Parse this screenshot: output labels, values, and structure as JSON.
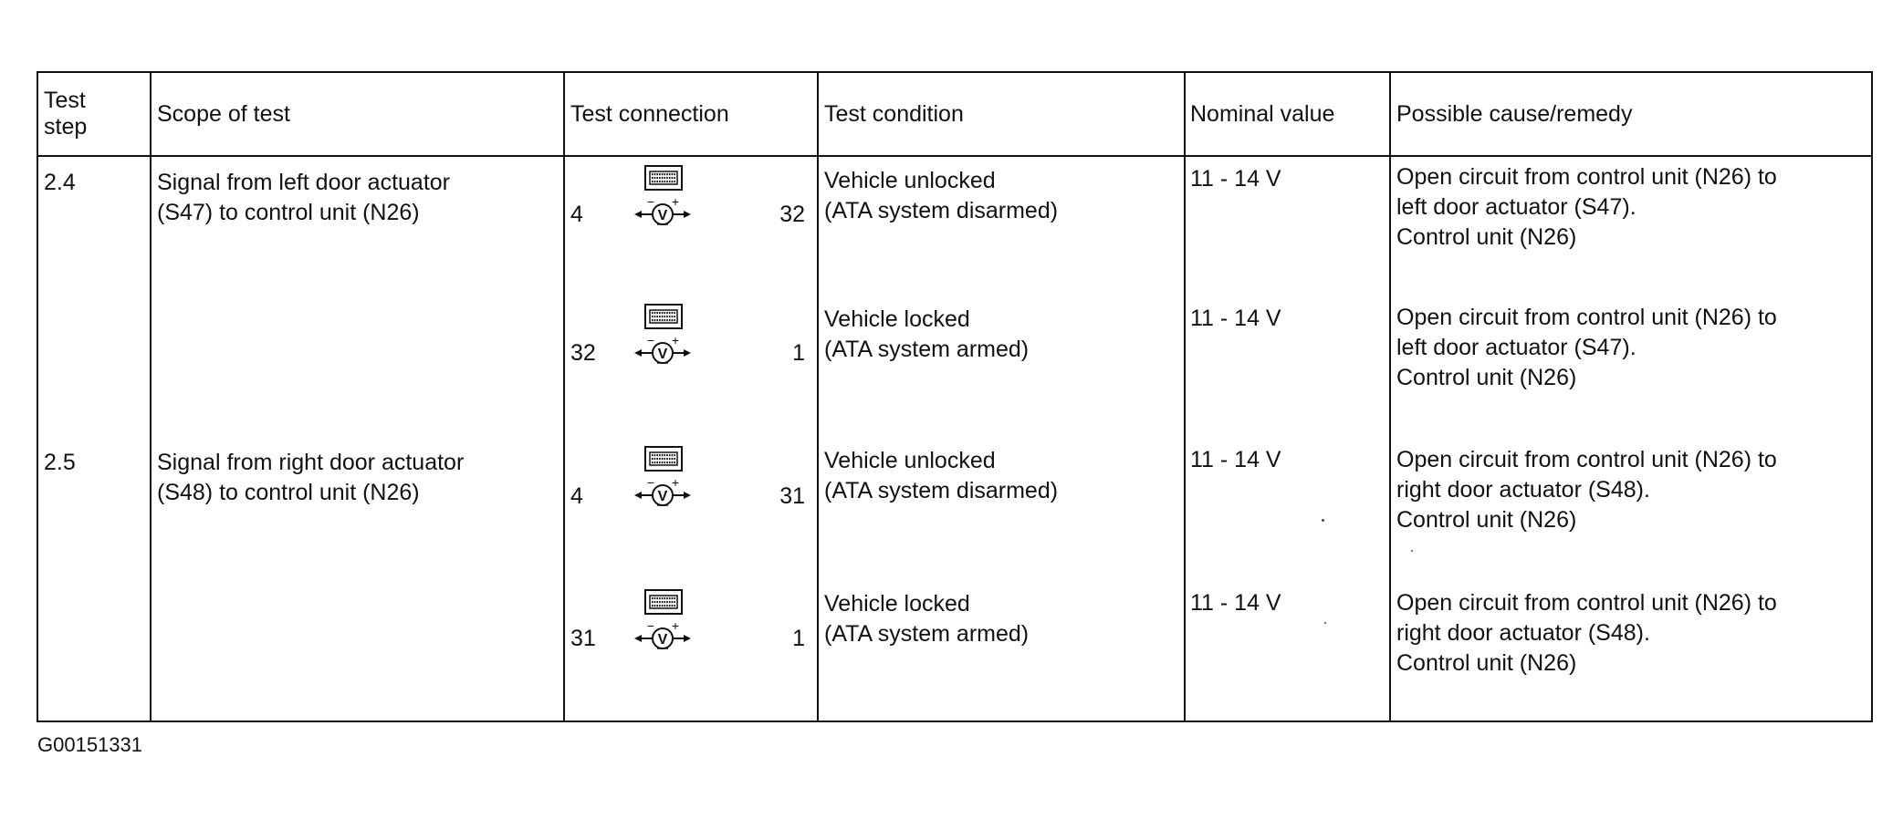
{
  "table": {
    "headers": {
      "test_step": "Test step",
      "scope": "Scope of test",
      "connection": "Test connection",
      "condition": "Test condition",
      "nominal": "Nominal value",
      "remedy": "Possible cause/remedy"
    },
    "rows": [
      {
        "step": "2.4",
        "scope_line1": "Signal from left door actuator",
        "scope_line2": "(S47) to control unit (N26)",
        "pin_left": "4",
        "pin_right": "32",
        "condition_line1": "Vehicle unlocked",
        "condition_line2": "(ATA system disarmed)",
        "nominal": "11 - 14 V",
        "remedy_line1": "Open circuit from control unit (N26) to",
        "remedy_line2": "left door actuator (S47).",
        "remedy_line3": "Control unit (N26)"
      },
      {
        "step": "",
        "scope_line1": "",
        "scope_line2": "",
        "pin_left": "32",
        "pin_right": "1",
        "condition_line1": "Vehicle locked",
        "condition_line2": "(ATA system armed)",
        "nominal": "11 - 14 V",
        "remedy_line1": "Open circuit from control unit (N26) to",
        "remedy_line2": "left door actuator (S47).",
        "remedy_line3": "Control unit (N26)"
      },
      {
        "step": "2.5",
        "scope_line1": "Signal from right door actuator",
        "scope_line2": "(S48) to control unit (N26)",
        "pin_left": "4",
        "pin_right": "31",
        "condition_line1": "Vehicle unlocked",
        "condition_line2": "(ATA system disarmed)",
        "nominal": "11 - 14 V",
        "remedy_line1": "Open circuit from control unit (N26) to",
        "remedy_line2": "right door actuator (S48).",
        "remedy_line3": "Control unit (N26)"
      },
      {
        "step": "",
        "scope_line1": "",
        "scope_line2": "",
        "pin_left": "31",
        "pin_right": "1",
        "condition_line1": "Vehicle locked",
        "condition_line2": "(ATA system armed)",
        "nominal": "11 - 14 V",
        "remedy_line1": "Open circuit from control unit (N26) to",
        "remedy_line2": "right door actuator (S48).",
        "remedy_line3": "Control unit (N26)"
      }
    ],
    "voltmeter_symbol": {
      "label": "V",
      "minus": "−",
      "plus": "+"
    }
  },
  "footer": {
    "figure_code": "G00151331"
  },
  "icons": {
    "connector": "connector-block-icon",
    "voltmeter": "voltmeter-icon"
  }
}
